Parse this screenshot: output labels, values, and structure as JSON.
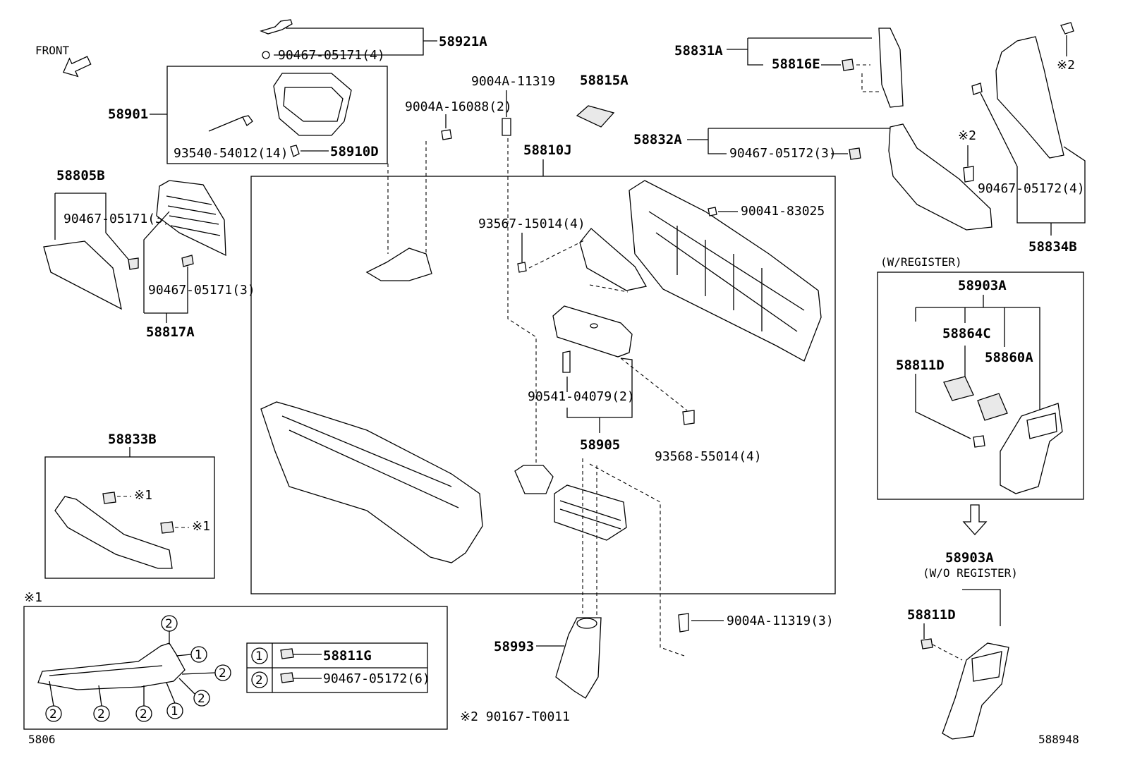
{
  "labels": {
    "front": "FRONT",
    "p58921A": "58921A",
    "p90467_05171_4": "90467-05171(4)",
    "p58901": "58901",
    "p93540_54012_14": "93540-54012(14)",
    "p58910D": "58910D",
    "p9004A_16088_2": "9004A-16088(2)",
    "p9004A_11319": "9004A-11319",
    "p58815A": "58815A",
    "p58810J": "58810J",
    "p58805B": "58805B",
    "p90467_05171_3a": "90467-05171(3)",
    "p90467_05171_3b": "90467-05171(3)",
    "p58817A": "58817A",
    "p93567_15014_4": "93567-15014(4)",
    "p90041_83025": "90041-83025",
    "p90541_04079_2": "90541-04079(2)",
    "p58905": "58905",
    "p93568_55014_4": "93568-55014(4)",
    "p58833B": "58833B",
    "ref1a": "※1",
    "ref1b": "※1",
    "p58831A": "58831A",
    "p58816E": "58816E",
    "p58832A": "58832A",
    "p90467_05172_3": "90467-05172(3)",
    "ref2a": "※2",
    "ref2b": "※2",
    "p90467_05172_4": "90467-05172(4)",
    "p58834B": "58834B",
    "w_register": "(W/REGISTER)",
    "p58903A_a": "58903A",
    "p58864C": "58864C",
    "p58811D_a": "58811D",
    "p58860A": "58860A",
    "p58903A_b": "58903A",
    "wo_register": "(W/O REGISTER)",
    "p58811D_b": "58811D",
    "p58993": "58993",
    "p9004A_11319_3": "9004A-11319(3)",
    "note2": "※2 90167-T0011",
    "inset_ref": "※1",
    "fig_left": "5806",
    "fig_right": "588948"
  },
  "legend": [
    {
      "num": "1",
      "part": "58811G"
    },
    {
      "num": "2",
      "part": "90467-05172(6)"
    }
  ],
  "callouts": [
    "2",
    "1",
    "2",
    "2",
    "2",
    "2",
    "2",
    "1"
  ]
}
